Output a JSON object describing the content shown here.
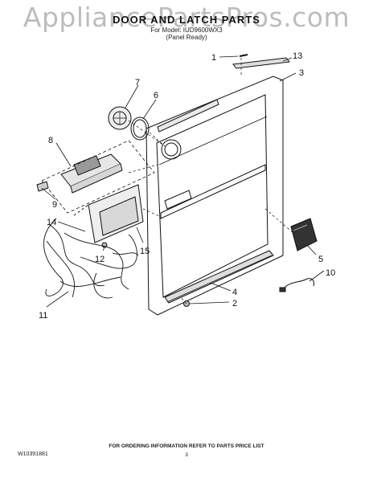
{
  "watermark": "AppliancePartsPros.com",
  "header": {
    "title": "DOOR AND LATCH PARTS",
    "model_line": "For Model: IUD9600WX3",
    "variant_line": "(Panel Ready)"
  },
  "callouts": [
    "1",
    "2",
    "3",
    "4",
    "5",
    "6",
    "7",
    "8",
    "9",
    "10",
    "11",
    "12",
    "13",
    "14",
    "15"
  ],
  "footer": {
    "doc_number": "W10391881",
    "ordering_note": "FOR ORDERING INFORMATION REFER TO PARTS PRICE LIST",
    "page_number": "3"
  }
}
